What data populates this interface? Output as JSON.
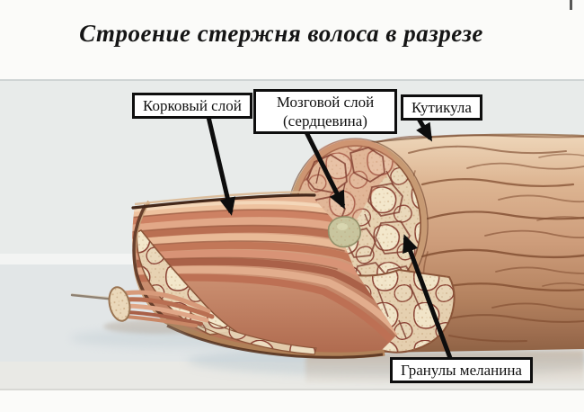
{
  "title": "Строение стержня волоса в разрезе",
  "labels": {
    "cortex": "Корковый слой",
    "medulla": "Мозговой слой",
    "medulla_sub": "(сердцевина)",
    "cuticle": "Кутикула",
    "melanin": "Гранулы меланина"
  },
  "colors": {
    "label_border": "#0e0e0e",
    "label_background": "#ffffff",
    "title_text": "#151515",
    "cuticle_tan": "#cd9c7a",
    "cortex_fiber_copper": "#c97f61",
    "cell_cream": "#f0e2c6",
    "cell_outline": "#8a4134",
    "medulla_green": "#c8c59e",
    "photo_background": "#e8ebea",
    "shadow_blue": "#b9c7cf"
  }
}
